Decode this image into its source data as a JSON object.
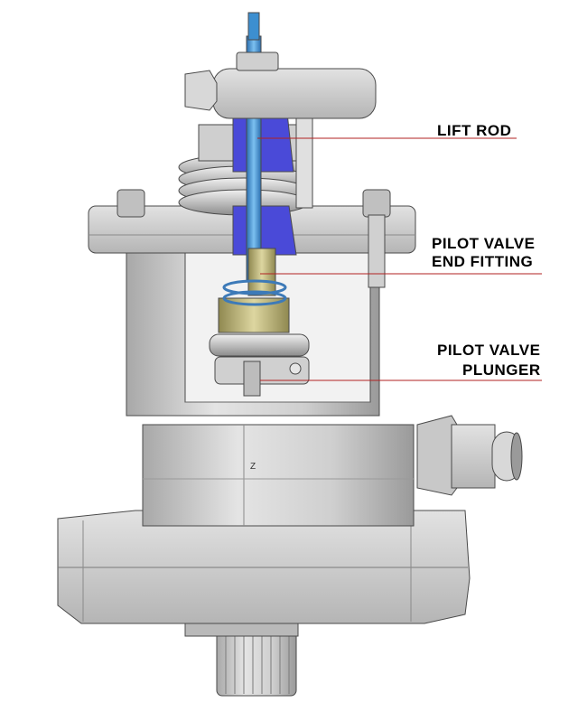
{
  "labels": {
    "lift_rod": "LIFT ROD",
    "pilot_valve_end_fitting_line1": "PILOT VALVE",
    "pilot_valve_end_fitting_line2": "END FITTING",
    "pilot_valve_plunger_line1": "PILOT VALVE",
    "pilot_valve_plunger_line2": "PLUNGER",
    "axis_mark": "Z"
  },
  "colors": {
    "body_light": "#dcdcdc",
    "body_mid": "#c4c4c4",
    "body_dark": "#9e9e9e",
    "outline": "#4a4a4a",
    "pilot_blue": "#4a4ad8",
    "rod_blue": "#3d8fd0",
    "fitting_olive": "#b8b078",
    "leader_red": "#b22222"
  }
}
